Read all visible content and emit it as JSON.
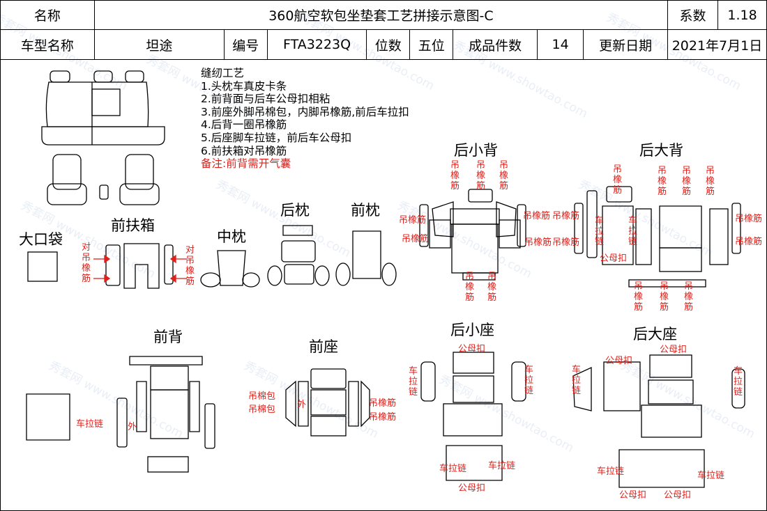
{
  "header": {
    "name_label": "名称",
    "title": "360航空软包坐垫套工艺拼接示意图-C",
    "coef_label": "系数",
    "coef_value": "1.18",
    "model_label": "车型名称",
    "model_value": "坦途",
    "code_label": "编号",
    "code_value": "FTA3223Q",
    "seats_label": "位数",
    "seats_value": "五位",
    "pieces_label": "成品件数",
    "pieces_value": "14",
    "date_label": "更新日期",
    "date_value": "2021年7月1日"
  },
  "notes": {
    "heading": "缝纫工艺",
    "items": [
      "1.头枕车真皮卡条",
      "2.前背面与后车公母扣相粘",
      "3.前座外脚吊棉包，内脚吊橡筋,前后车拉扣",
      "4.后背一圈吊橡筋",
      "5.后座脚车拉链，前后车公母扣",
      "6.前扶箱对吊橡筋"
    ],
    "remark": "备注:前背需开气囊"
  },
  "sections": {
    "big_pocket": "大口袋",
    "front_armrest": "前扶箱",
    "middle_pillow": "中枕",
    "rear_pillow": "后枕",
    "front_pillow": "前枕",
    "rear_small_back": "后小背",
    "rear_big_back": "后大背",
    "front_back": "前背",
    "front_seat": "前座",
    "rear_small_seat": "后小座",
    "rear_big_seat": "后大座"
  },
  "annotations": {
    "hang_elastic": "吊橡筋",
    "pair_hang_elastic": "对吊橡筋",
    "zipper": "车拉链",
    "snap": "公母扣",
    "outer": "外",
    "hang_cotton": "吊棉包"
  },
  "watermark": "秀套网 www.showtao.com"
}
